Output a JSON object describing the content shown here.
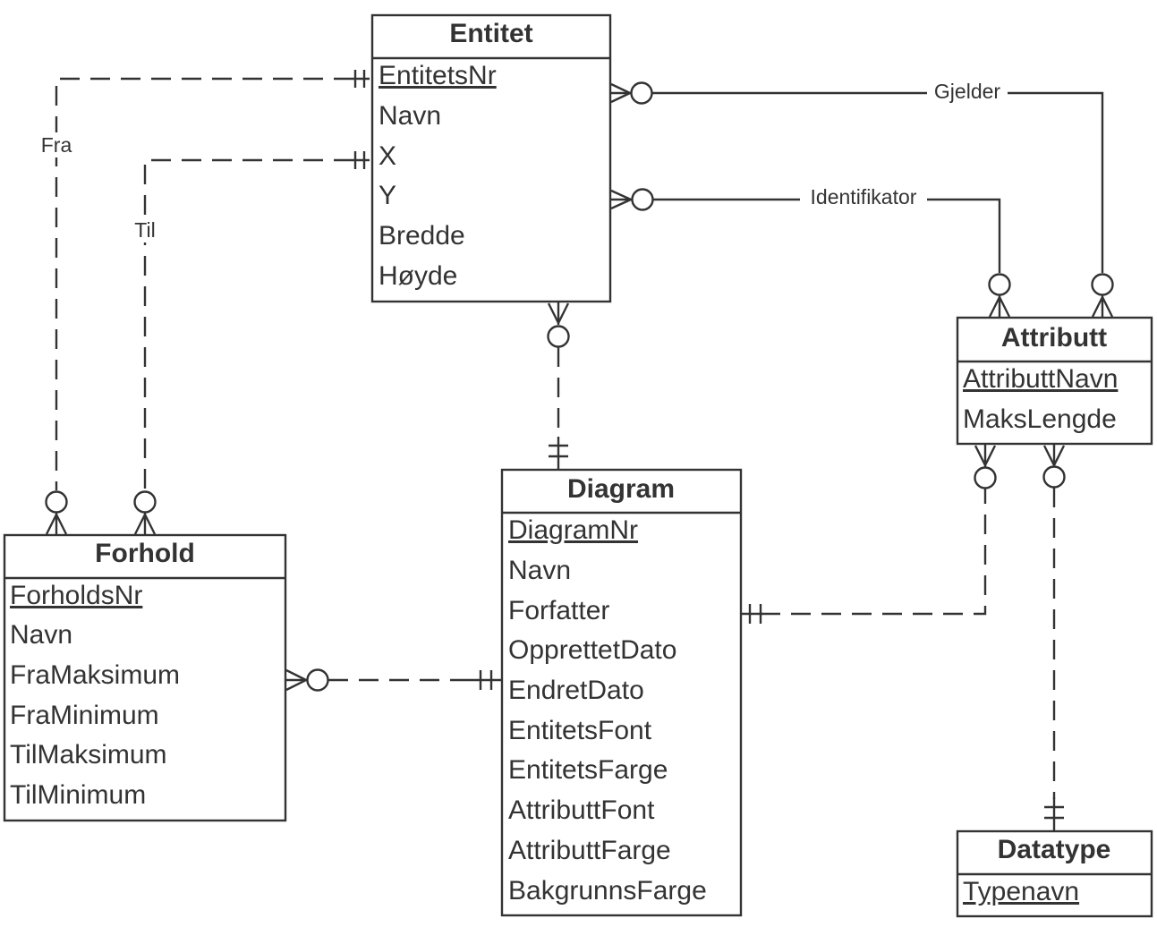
{
  "entities": {
    "entitet": {
      "title": "Entitet",
      "attributes": [
        {
          "text": "EntitetsNr",
          "key": true
        },
        {
          "text": "Navn",
          "key": false
        },
        {
          "text": "X",
          "key": false
        },
        {
          "text": "Y",
          "key": false
        },
        {
          "text": "Bredde",
          "key": false
        },
        {
          "text": "Høyde",
          "key": false
        }
      ]
    },
    "attributt": {
      "title": "Attributt",
      "attributes": [
        {
          "text": "AttributtNavn",
          "key": true
        },
        {
          "text": "MaksLengde",
          "key": false
        }
      ]
    },
    "diagram": {
      "title": "Diagram",
      "attributes": [
        {
          "text": "DiagramNr",
          "key": true
        },
        {
          "text": "Navn",
          "key": false
        },
        {
          "text": "Forfatter",
          "key": false
        },
        {
          "text": "OpprettetDato",
          "key": false
        },
        {
          "text": "EndretDato",
          "key": false
        },
        {
          "text": "EntitetsFont",
          "key": false
        },
        {
          "text": "EntitetsFarge",
          "key": false
        },
        {
          "text": "AttributtFont",
          "key": false
        },
        {
          "text": "AttributtFarge",
          "key": false
        },
        {
          "text": "BakgrunnsFarge",
          "key": false
        }
      ]
    },
    "forhold": {
      "title": "Forhold",
      "attributes": [
        {
          "text": "ForholdsNr",
          "key": true
        },
        {
          "text": "Navn",
          "key": false
        },
        {
          "text": "FraMaksimum",
          "key": false
        },
        {
          "text": "FraMinimum",
          "key": false
        },
        {
          "text": "TilMaksimum",
          "key": false
        },
        {
          "text": "TilMinimum",
          "key": false
        }
      ]
    },
    "datatype": {
      "title": "Datatype",
      "attributes": [
        {
          "text": "Typenavn",
          "key": true
        }
      ]
    }
  },
  "relationships": {
    "fra": "Fra",
    "til": "Til",
    "gjelder": "Gjelder",
    "identifikator": "Identifikator"
  },
  "colors": {
    "line": "#333333",
    "background": "#ffffff"
  }
}
